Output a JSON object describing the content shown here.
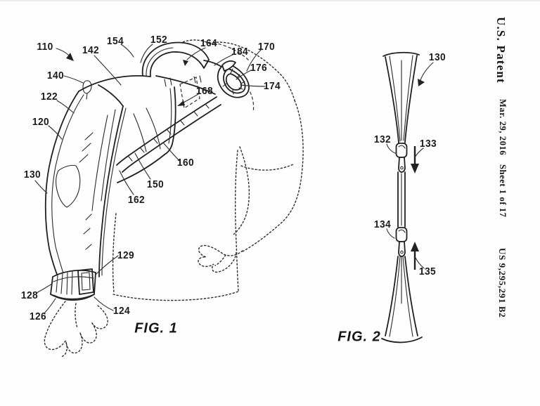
{
  "header": {
    "publication": "U.S. Patent",
    "date": "Mar. 29, 2016",
    "sheet": "Sheet 1 of 17",
    "patent_number": "US 9,295,291 B2"
  },
  "fig1": {
    "caption": "FIG. 1",
    "labels": {
      "l110": "110",
      "l142": "142",
      "l154": "154",
      "l152": "152",
      "l164": "164",
      "l184": "184",
      "l170": "170",
      "l176": "176",
      "l174": "174",
      "l168": "168",
      "l140": "140",
      "l122": "122",
      "l120": "120",
      "l130": "130",
      "l160": "160",
      "l150": "150",
      "l162": "162",
      "l129": "129",
      "l128": "128",
      "l126": "126",
      "l124": "124"
    }
  },
  "fig2": {
    "caption": "FIG. 2",
    "labels": {
      "l130": "130",
      "l132": "132",
      "l133": "133",
      "l134": "134",
      "l135": "135"
    }
  },
  "colors": {
    "ink": "#202020",
    "paper": "#fefefe"
  }
}
